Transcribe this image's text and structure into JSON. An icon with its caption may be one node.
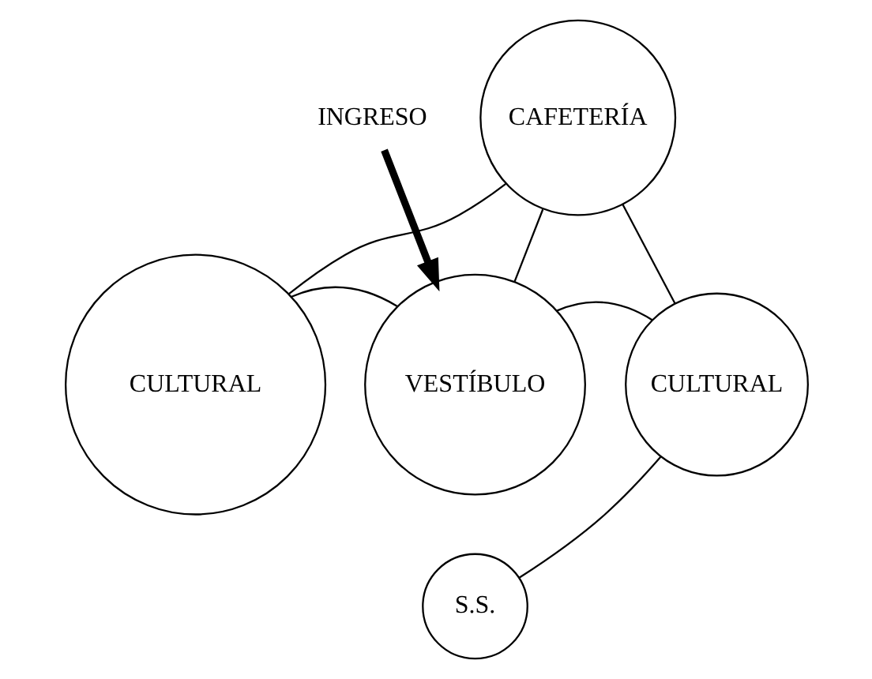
{
  "diagram": {
    "nodes": [
      {
        "text": [
          "CAFETERÍA"
        ]
      },
      {
        "text": [
          "CULTURAL"
        ]
      },
      {
        "text": [
          "VESTÍBULO"
        ]
      },
      {
        "text": [
          "CULTURAL"
        ]
      },
      {
        "text": [
          "S.S."
        ]
      },
      {
        "text": [
          "INGRESO"
        ]
      }
    ],
    "edges": [
      {
        "from": 1,
        "to": 0,
        "arrow": "none"
      },
      {
        "from": 0,
        "to": 2,
        "arrow": "none"
      },
      {
        "from": 0,
        "to": 3,
        "arrow": "none"
      },
      {
        "from": 1,
        "to": 2,
        "arrow": "none"
      },
      {
        "from": 2,
        "to": 3,
        "arrow": "none"
      },
      {
        "from": 4,
        "to": 3,
        "arrow": "none"
      },
      {
        "from": 5,
        "to": 2,
        "arrow": "to",
        "style": "thick"
      }
    ]
  }
}
